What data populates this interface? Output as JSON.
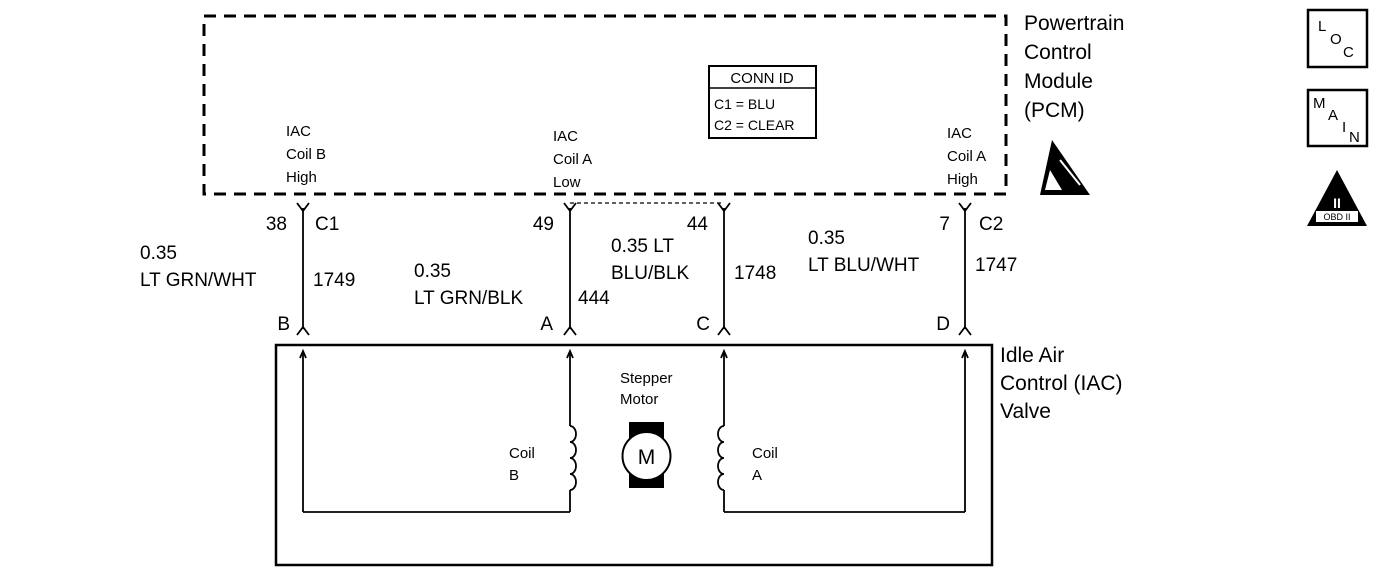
{
  "pcm": {
    "title_lines": [
      "Powertrain",
      "Control",
      "Module",
      "(PCM)"
    ],
    "conn_id": {
      "header": "CONN ID",
      "lines": [
        "C1 = BLU",
        "C2 = CLEAR"
      ]
    }
  },
  "iac_valve": {
    "title_lines": [
      "Idle Air",
      "Control (IAC)",
      "Valve"
    ],
    "stepper_label_lines": [
      "Stepper",
      "Motor"
    ],
    "motor_symbol": "M",
    "coil_b_lines": [
      "Coil",
      "B"
    ],
    "coil_a_lines": [
      "Coil",
      "A"
    ]
  },
  "circuits": [
    {
      "id": "coil-b-high",
      "pin_label_lines": [
        "IAC",
        "Coil B",
        "High"
      ],
      "pcm_pin": "38",
      "connector": "C1",
      "wire_gauge": "0.35",
      "wire_color": "LT GRN/WHT",
      "circuit_no": "1749",
      "valve_pin": "B"
    },
    {
      "id": "coil-a-low",
      "pin_label_lines": [
        "IAC",
        "Coil A",
        "Low"
      ],
      "pcm_pin": "49",
      "connector": "",
      "wire_gauge": "0.35",
      "wire_color": "LT GRN/BLK",
      "circuit_no": "444",
      "valve_pin": "A"
    },
    {
      "id": "coil-b-low",
      "pin_label_lines": [],
      "pcm_pin": "44",
      "connector": "",
      "wire_gauge": "0.35 LT",
      "wire_color": "BLU/BLK",
      "circuit_no": "1748",
      "valve_pin": "C"
    },
    {
      "id": "coil-a-high",
      "pin_label_lines": [
        "IAC",
        "Coil A",
        "High"
      ],
      "pcm_pin": "7",
      "connector": "C2",
      "wire_gauge": "0.35",
      "wire_color": "LT BLU/WHT",
      "circuit_no": "1747",
      "valve_pin": "D"
    }
  ],
  "legend_icons": [
    {
      "name": "loc-icon",
      "letters": [
        "L",
        "O",
        "C"
      ]
    },
    {
      "name": "main-icon",
      "letters": [
        "M",
        "A",
        "I",
        "N"
      ]
    },
    {
      "name": "obd-ii-icon",
      "letters": [
        "II",
        "OBD II"
      ]
    }
  ],
  "esd_icon": "esd-sensitive-icon"
}
